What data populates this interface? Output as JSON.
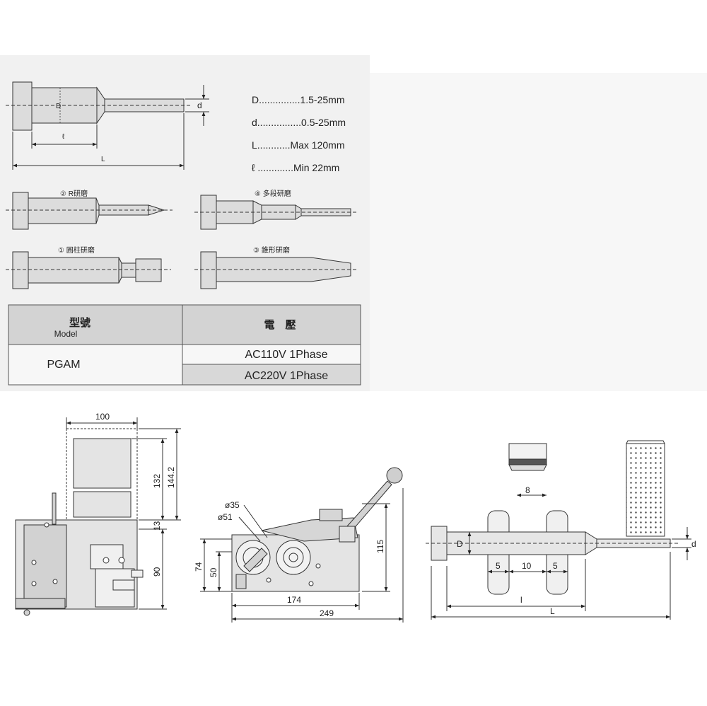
{
  "pin_dims": {
    "D": "D",
    "d": "d",
    "l": "ℓ",
    "L": "L"
  },
  "specs": [
    {
      "text": "D...............1.5-25mm"
    },
    {
      "text": "d................0.5-25mm"
    },
    {
      "text": "L............Max 120mm"
    },
    {
      "text": "ℓ .............Min 22mm"
    }
  ],
  "grinding_types": {
    "r": "② R研磨",
    "multi": "④ 多段研磨",
    "cylinder": "① 圓柱研磨",
    "taper": "③ 錐形研磨"
  },
  "table": {
    "col1_header": "型號",
    "col1_sub": "Model",
    "col2_header": "電　壓",
    "model": "PGAM",
    "voltages": [
      "AC110V 1Phase",
      "AC220V 1Phase"
    ]
  },
  "front_view": {
    "w": "100",
    "h1": "132",
    "h2": "144.2",
    "h3": "13",
    "h4": "90"
  },
  "side_view": {
    "d1": "ø35",
    "d2": "ø51",
    "h1": "74",
    "h2": "50",
    "w1": "174",
    "w2": "249",
    "h3": "115"
  },
  "detail_view": {
    "w1": "8",
    "D": "D",
    "d": "d",
    "a": "5",
    "b": "10",
    "c": "5",
    "l": "l",
    "L": "L"
  }
}
